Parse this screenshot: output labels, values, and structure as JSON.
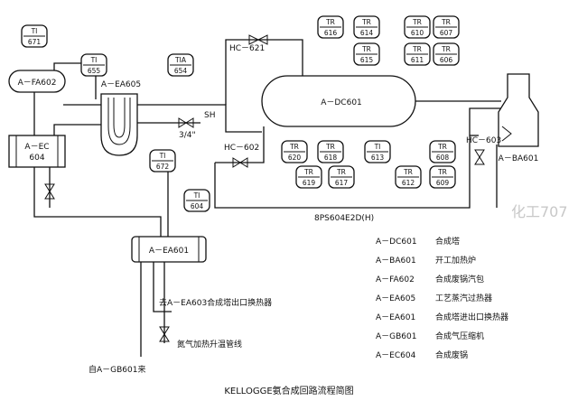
{
  "diagram": {
    "title": "KELLOGGE氨合成回路流程简图",
    "watermark": "化工707",
    "equipment": {
      "fa602": "A－FA602",
      "ea605": "A－EA605",
      "ec604_line1": "A－EC",
      "ec604_line2": "604",
      "dc601": "A－DC601",
      "ba601": "A－BA601",
      "ea601": "A－EA601"
    },
    "valves": {
      "hc621": "HC－621",
      "hc602": "HC－602",
      "hc603": "HC－603",
      "sh": "SH",
      "size_34": "3/4\""
    },
    "instruments": [
      {
        "tag": "TI",
        "num": "671"
      },
      {
        "tag": "TI",
        "num": "655"
      },
      {
        "tag": "TIA",
        "num": "654"
      },
      {
        "tag": "TI",
        "num": "672"
      },
      {
        "tag": "TI",
        "num": "604"
      },
      {
        "tag": "TR",
        "num": "616"
      },
      {
        "tag": "TR",
        "num": "614"
      },
      {
        "tag": "TR",
        "num": "610"
      },
      {
        "tag": "TR",
        "num": "607"
      },
      {
        "tag": "TR",
        "num": "615"
      },
      {
        "tag": "TR",
        "num": "611"
      },
      {
        "tag": "TR",
        "num": "606"
      },
      {
        "tag": "TR",
        "num": "620"
      },
      {
        "tag": "TR",
        "num": "618"
      },
      {
        "tag": "TI",
        "num": "613"
      },
      {
        "tag": "TR",
        "num": "608"
      },
      {
        "tag": "TR",
        "num": "619"
      },
      {
        "tag": "TR",
        "num": "617"
      },
      {
        "tag": "TR",
        "num": "612"
      },
      {
        "tag": "TR",
        "num": "609"
      }
    ],
    "line_label": "8PS604E2D(H)",
    "flow_labels": {
      "to_ea603": "去A－EA603合成塔出口换热器",
      "n2_heating": "氮气加热升温管线",
      "from_gb601": "自A－GB601来"
    },
    "legend": [
      {
        "code": "A－DC601",
        "desc": "合成塔"
      },
      {
        "code": "A－BA601",
        "desc": "开工加热炉"
      },
      {
        "code": "A－FA602",
        "desc": "合成废锅汽包"
      },
      {
        "code": "A－EA605",
        "desc": "工艺蒸汽过热器"
      },
      {
        "code": "A－EA601",
        "desc": "合成塔进出口换热器"
      },
      {
        "code": "A－GB601",
        "desc": "合成气压缩机"
      },
      {
        "code": "A－EC604",
        "desc": "合成废锅"
      }
    ]
  }
}
